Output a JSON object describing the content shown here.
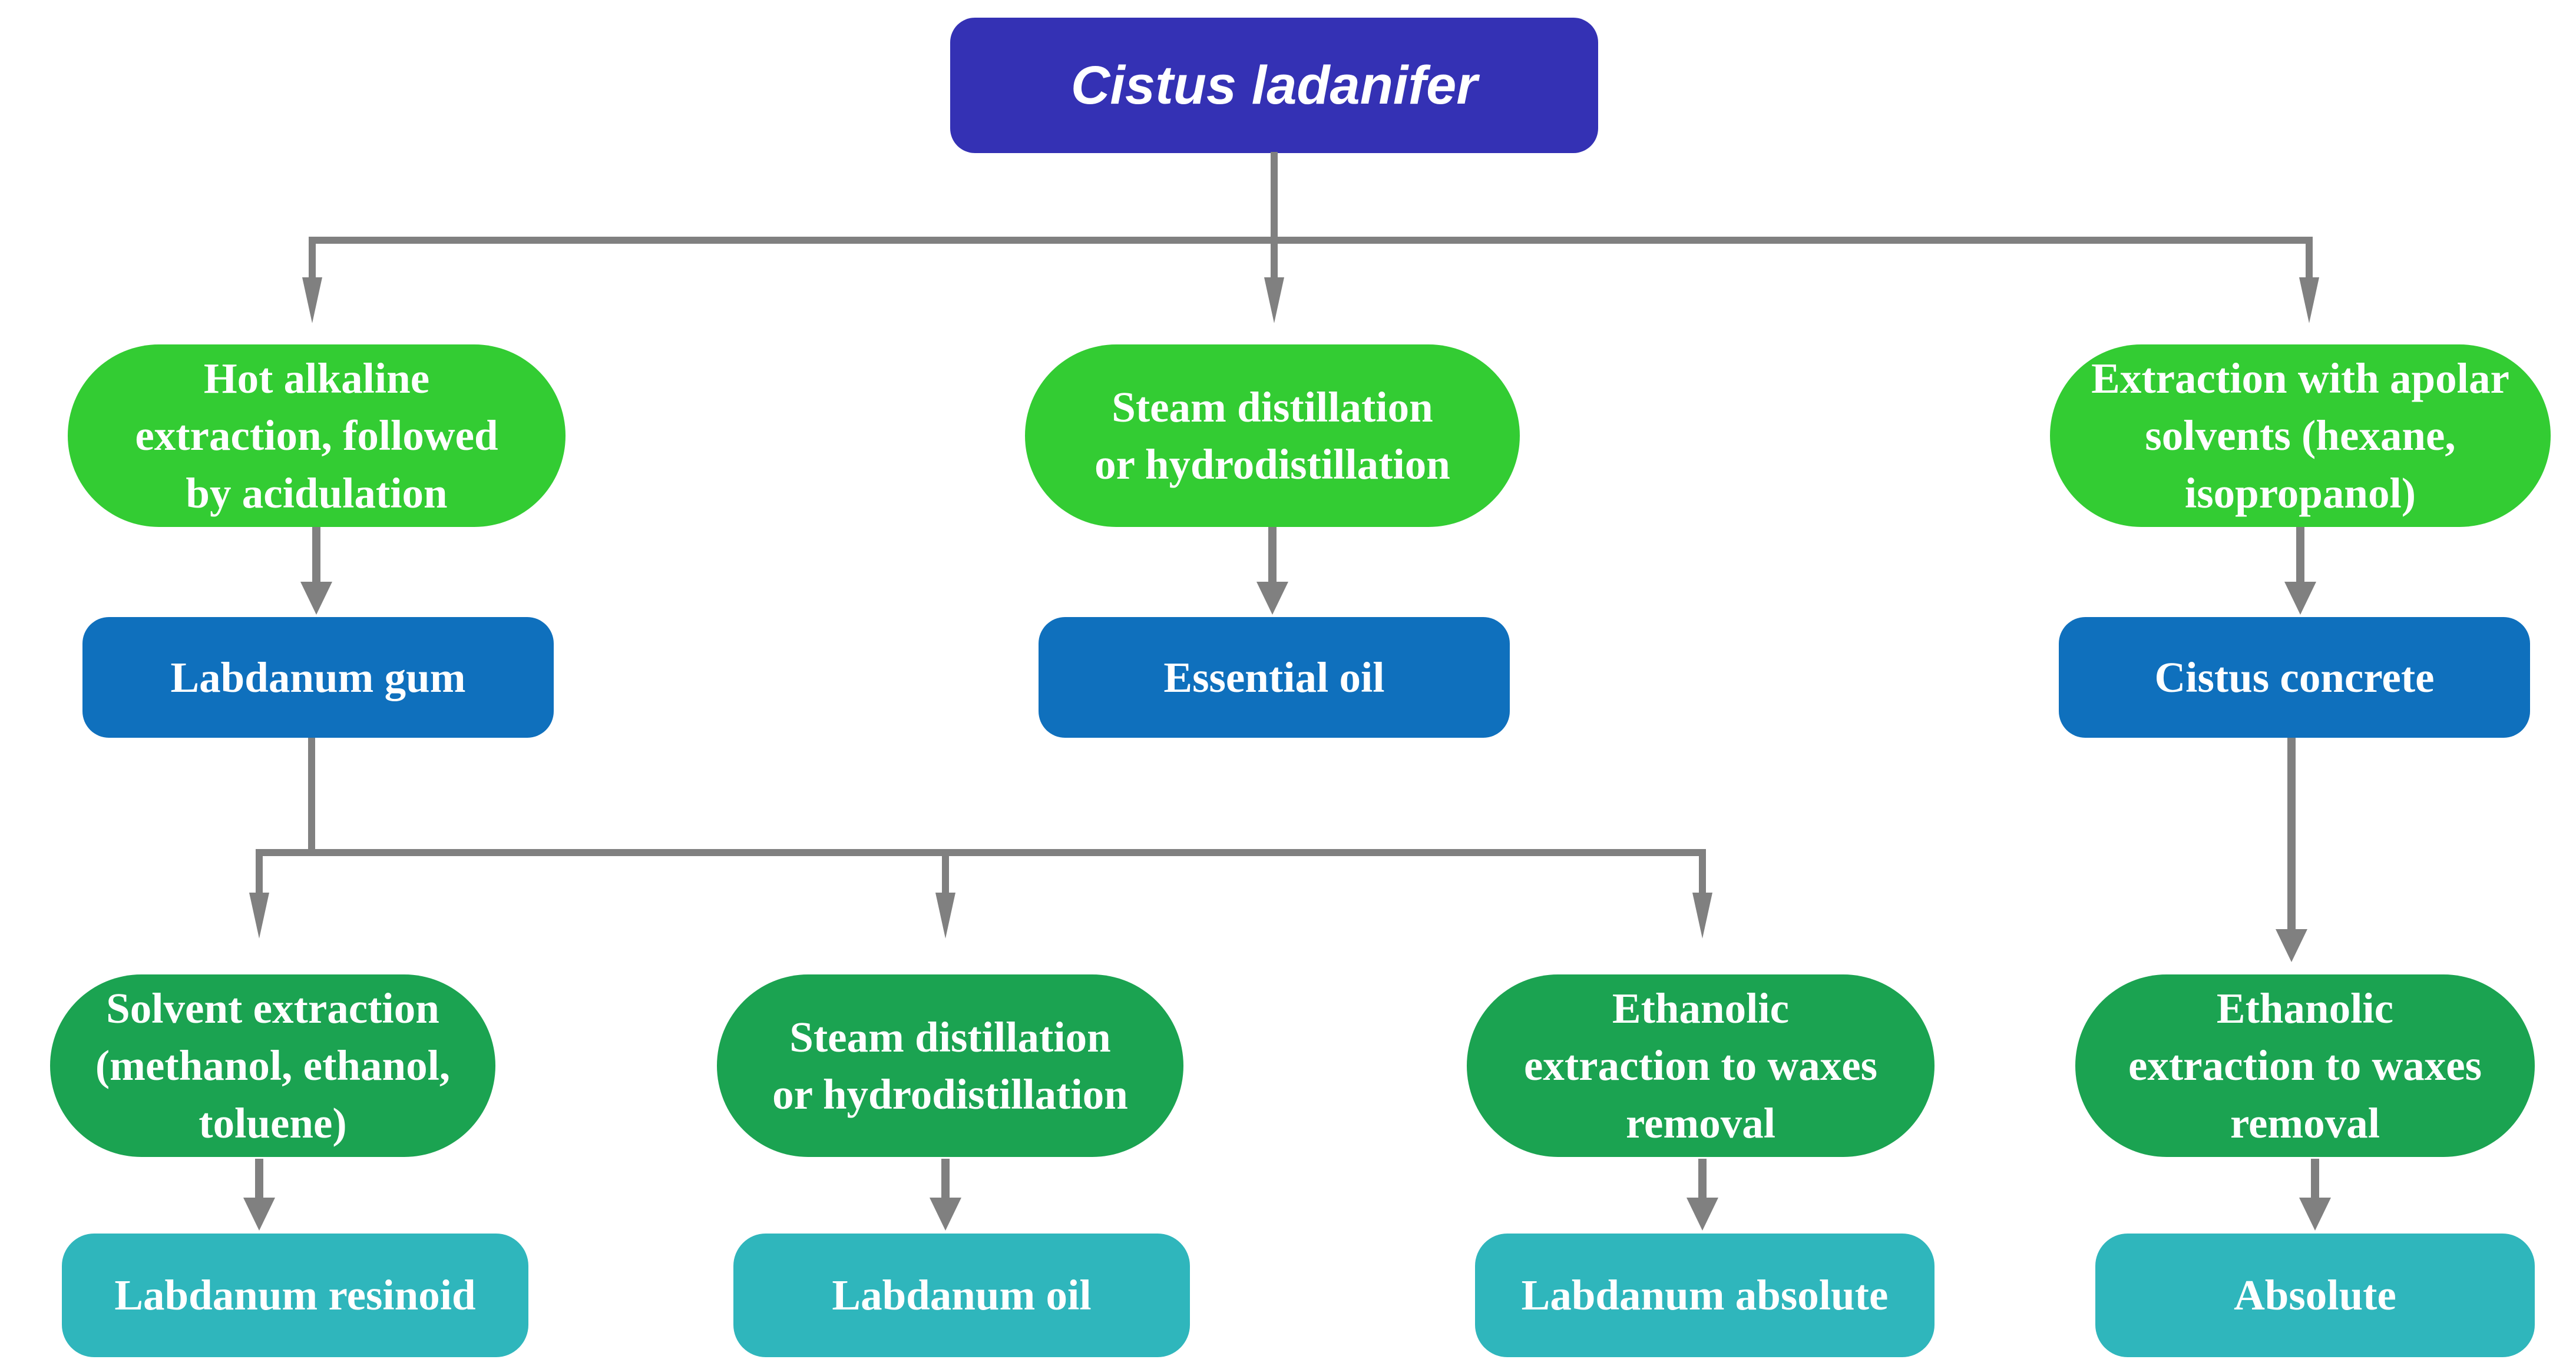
{
  "colors": {
    "background": "#ffffff",
    "root_bg": "#3431b4",
    "process1_bg": "#33cc33",
    "product1_bg": "#0f70bd",
    "process2_bg": "#1ba351",
    "product2_bg": "#2fb6bc",
    "arrow": "#808080",
    "text": "#ffffff"
  },
  "root": {
    "label": "Cistus ladanifer"
  },
  "row1_processes": [
    {
      "label": "Hot alkaline\nextraction, followed\nby acidulation"
    },
    {
      "label": "Steam distillation\nor hydrodistillation"
    },
    {
      "label": "Extraction with apolar\nsolvents (hexane,\nisopropanol)"
    }
  ],
  "row1_products": [
    {
      "label": "Labdanum gum"
    },
    {
      "label": "Essential oil"
    },
    {
      "label": "Cistus concrete"
    }
  ],
  "row2_processes": [
    {
      "label": "Solvent extraction\n(methanol, ethanol,\ntoluene)"
    },
    {
      "label": "Steam distillation\nor hydrodistillation"
    },
    {
      "label": "Ethanolic\nextraction to waxes\nremoval"
    },
    {
      "label": "Ethanolic\nextraction to waxes\nremoval"
    }
  ],
  "row2_products": [
    {
      "label": "Labdanum resinoid"
    },
    {
      "label": "Labdanum oil"
    },
    {
      "label": "Labdanum absolute"
    },
    {
      "label": "Absolute"
    }
  ]
}
